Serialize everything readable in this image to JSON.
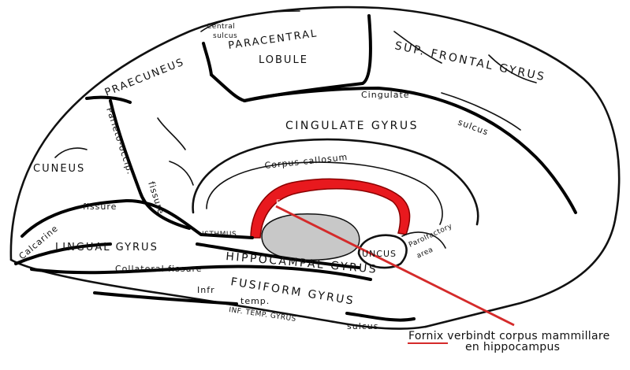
{
  "labels": {
    "central_sulcus_1": "Central",
    "central_sulcus_2": "sulcus",
    "paracentral_1": "PARACENTRAL",
    "paracentral_2": "LOBULE",
    "sup_frontal": "SUP. FRONTAL GYRUS",
    "praecuneus": "PRAECUNEUS",
    "cingulate_sulcus_1": "Cingulate",
    "cingulate_sulcus_2": "sulcus",
    "cingulate_gyrus": "CINGULATE GYRUS",
    "parieto_occip": "Parieto-occip.",
    "fissure_po": "fissure",
    "cuneus": "CUNEUS",
    "corpus_callosum": "Corpus callosum",
    "fornix": "Fornix",
    "calcarine_fissure": "fissure",
    "calcarine": "Calcarine",
    "lingual_gyrus": "LINGUAL GYRUS",
    "isthmus": "ISTHMUS",
    "uncus": "UNCUS",
    "parolfactory_1": "Parolfactory",
    "parolfactory_2": "area",
    "hippocampal_gyrus": "HIPPOCAMPAL GYRUS",
    "collateral_fissure": "Collateral  fissure",
    "infr": "Infr",
    "fusiform_gyrus": "FUSIFORM GYRUS",
    "temp": "temp.",
    "inf_temp_gyrus": "INF. TEMP. GYRUS",
    "sulcus_bottom": "sulcus"
  },
  "caption": {
    "highlight_word": "Fornix",
    "line1_rest": " verbindt corpus mammillare",
    "line2": "en hippocampus"
  },
  "colors": {
    "fornix_fill": "#e8191e",
    "pointer": "#d42a2a",
    "thalamus_fill": "#c8c8c8",
    "underline": "#d42a2a"
  }
}
